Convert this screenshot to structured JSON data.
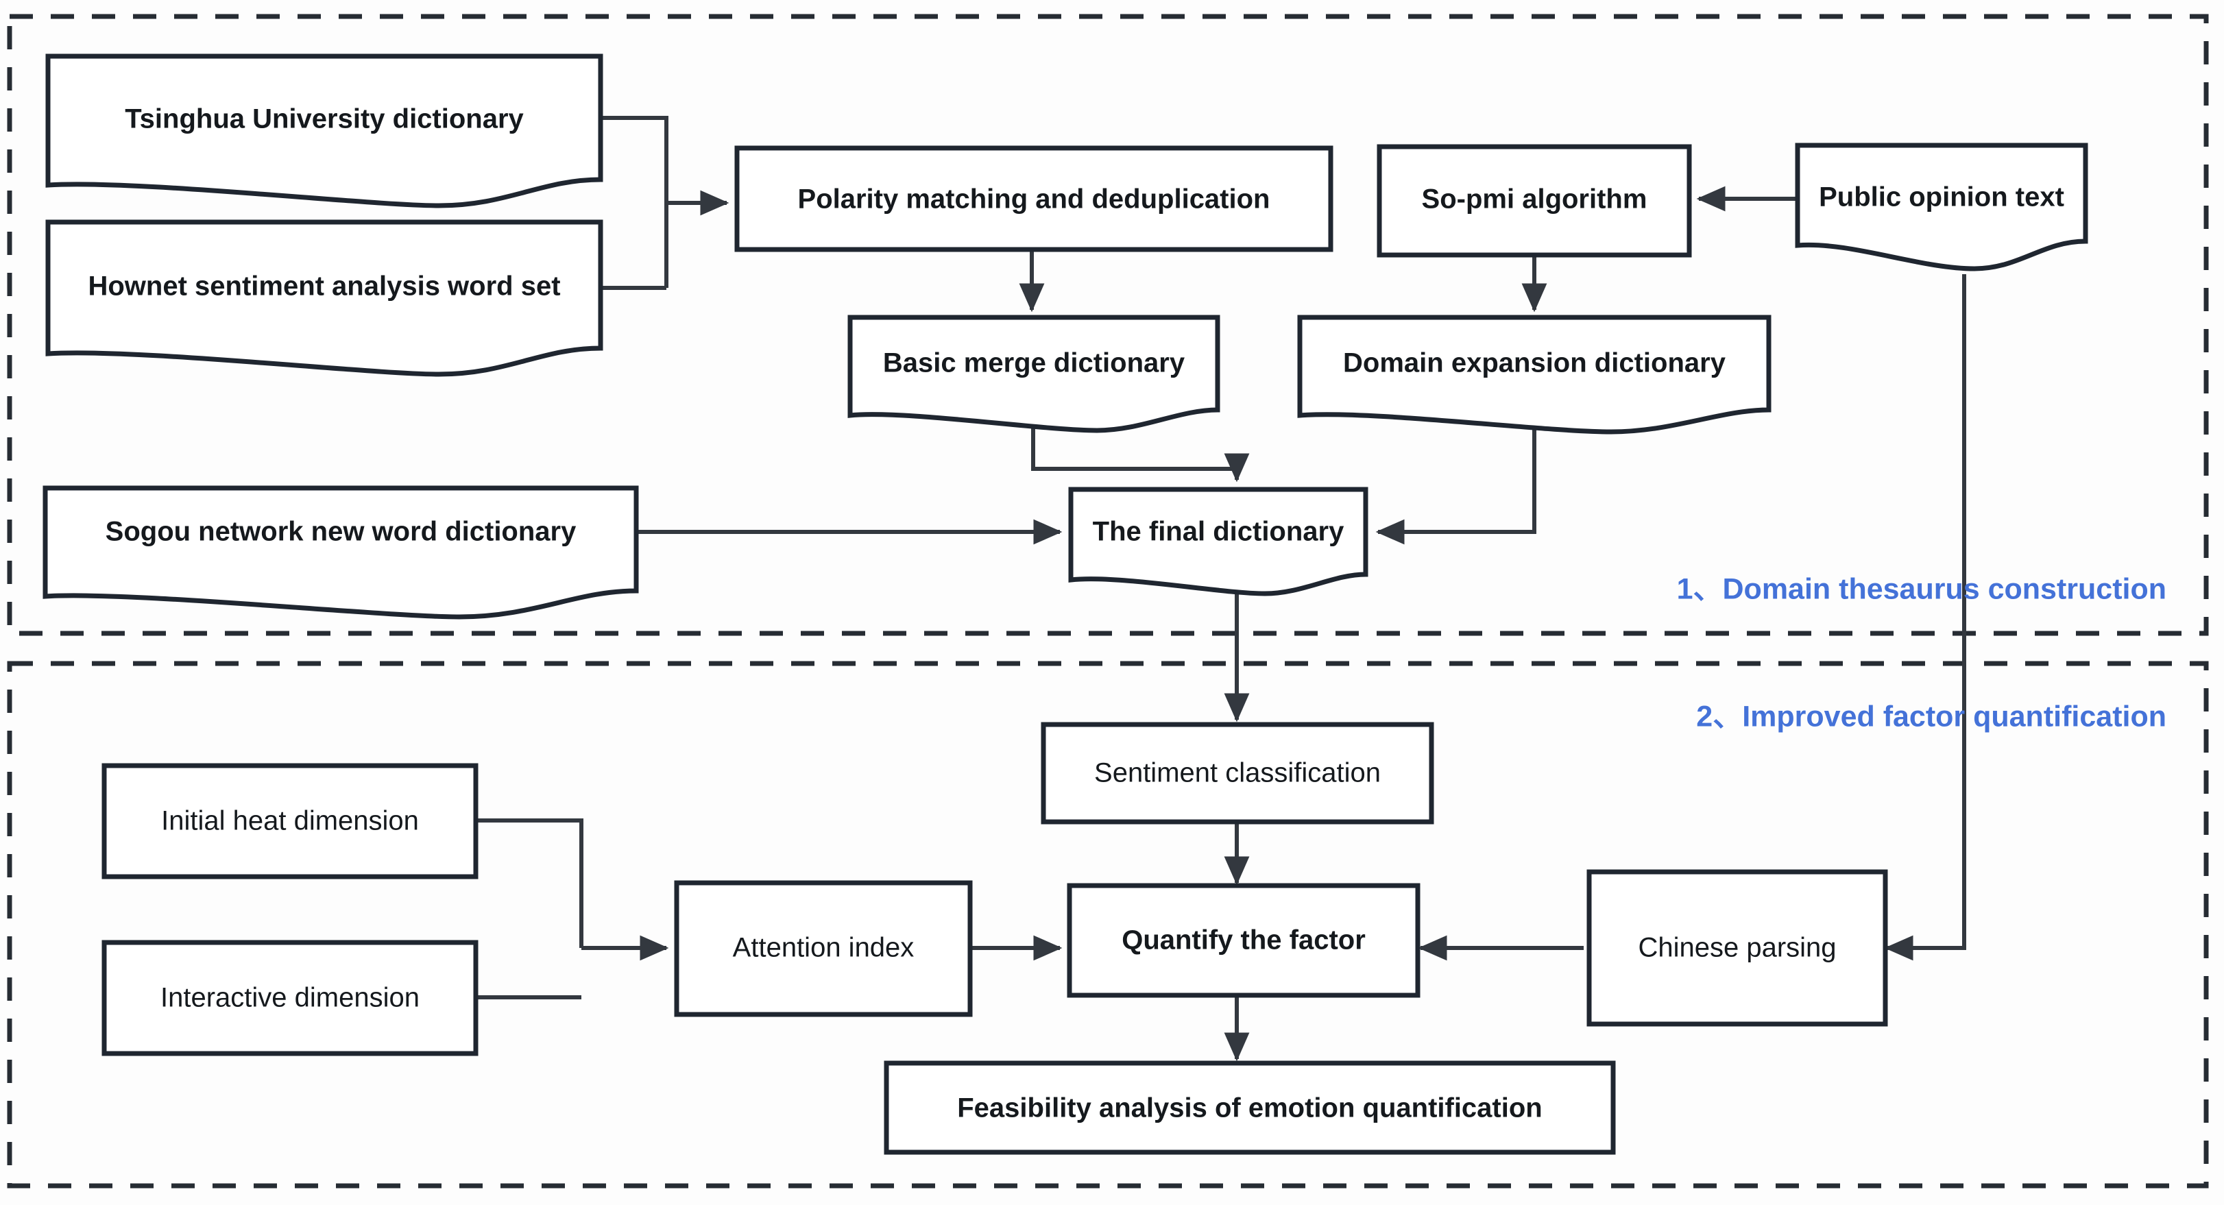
{
  "diagram": {
    "title": "Sentiment analysis framework flowchart",
    "accent_blue": "#4472d8",
    "line_color": "#33383f",
    "box_stroke": "#1f2630",
    "background": "#ffffff"
  },
  "sections": [
    {
      "id": "section-1",
      "label": "1、Domain thesaurus construction"
    },
    {
      "id": "section-2",
      "label": "2、Improved factor quantification"
    }
  ],
  "nodes": {
    "tsinghua_dictionary": "Tsinghua University dictionary",
    "hownet_word_set": "Hownet sentiment analysis word set",
    "sogou_dictionary": "Sogou network new word dictionary",
    "polarity_matching": "Polarity matching and deduplication",
    "so_pmi": "So-pmi algorithm",
    "public_opinion_text": "Public opinion text",
    "basic_merge_dictionary": "Basic merge dictionary",
    "domain_expansion_dictionary": "Domain expansion dictionary",
    "final_dictionary": "The final dictionary",
    "sentiment_classification": "Sentiment classification",
    "initial_heat_dimension": "Initial heat dimension",
    "interactive_dimension": "Interactive dimension",
    "attention_index": "Attention index",
    "quantify_the_factor": "Quantify the factor",
    "chinese_parsing": "Chinese parsing",
    "feasibility_analysis": "Feasibility analysis of emotion quantification"
  },
  "edges": [
    {
      "from": "tsinghua_dictionary",
      "to": "polarity_matching"
    },
    {
      "from": "hownet_word_set",
      "to": "polarity_matching"
    },
    {
      "from": "polarity_matching",
      "to": "basic_merge_dictionary"
    },
    {
      "from": "public_opinion_text",
      "to": "so_pmi"
    },
    {
      "from": "so_pmi",
      "to": "domain_expansion_dictionary"
    },
    {
      "from": "basic_merge_dictionary",
      "to": "final_dictionary"
    },
    {
      "from": "domain_expansion_dictionary",
      "to": "final_dictionary"
    },
    {
      "from": "sogou_dictionary",
      "to": "final_dictionary"
    },
    {
      "from": "final_dictionary",
      "to": "sentiment_classification"
    },
    {
      "from": "sentiment_classification",
      "to": "quantify_the_factor"
    },
    {
      "from": "initial_heat_dimension",
      "to": "attention_index"
    },
    {
      "from": "interactive_dimension",
      "to": "attention_index"
    },
    {
      "from": "attention_index",
      "to": "quantify_the_factor"
    },
    {
      "from": "public_opinion_text",
      "to": "chinese_parsing"
    },
    {
      "from": "chinese_parsing",
      "to": "quantify_the_factor"
    },
    {
      "from": "quantify_the_factor",
      "to": "feasibility_analysis"
    }
  ]
}
